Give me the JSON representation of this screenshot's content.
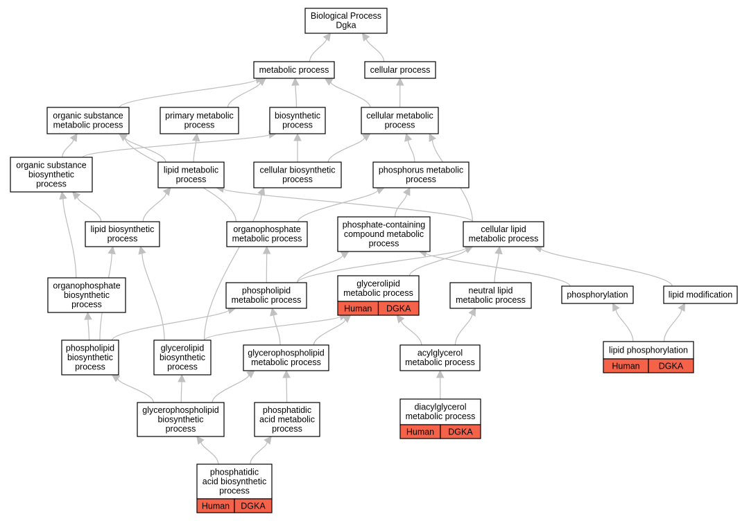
{
  "colors": {
    "edge": "#c0c0c0",
    "annotation": "#f4624a",
    "border": "#000000"
  },
  "diagram": {
    "nodes": [
      {
        "id": "root",
        "lines": [
          "Biological Process",
          "Dgka"
        ]
      },
      {
        "id": "metabolic",
        "lines": [
          "metabolic process"
        ]
      },
      {
        "id": "cellular",
        "lines": [
          "cellular process"
        ]
      },
      {
        "id": "org_sub_met",
        "lines": [
          "organic substance",
          "metabolic process"
        ]
      },
      {
        "id": "primary_met",
        "lines": [
          "primary metabolic",
          "process"
        ]
      },
      {
        "id": "biosynthetic",
        "lines": [
          "biosynthetic",
          "process"
        ]
      },
      {
        "id": "cell_met",
        "lines": [
          "cellular metabolic",
          "process"
        ]
      },
      {
        "id": "org_sub_bio",
        "lines": [
          "organic substance",
          "biosynthetic",
          "process"
        ]
      },
      {
        "id": "lipid_met",
        "lines": [
          "lipid metabolic",
          "process"
        ]
      },
      {
        "id": "cell_bio",
        "lines": [
          "cellular biosynthetic",
          "process"
        ]
      },
      {
        "id": "phosphorus_met",
        "lines": [
          "phosphorus metabolic",
          "process"
        ]
      },
      {
        "id": "lipid_bio",
        "lines": [
          "lipid biosynthetic",
          "process"
        ]
      },
      {
        "id": "organophos_met",
        "lines": [
          "organophosphate",
          "metabolic process"
        ]
      },
      {
        "id": "phosphate_cont",
        "lines": [
          "phosphate-containing",
          "compound metabolic",
          "process"
        ]
      },
      {
        "id": "cell_lipid_met",
        "lines": [
          "cellular lipid",
          "metabolic process"
        ]
      },
      {
        "id": "organophos_bio",
        "lines": [
          "organophosphate",
          "biosynthetic",
          "process"
        ]
      },
      {
        "id": "phospholipid_met",
        "lines": [
          "phospholipid",
          "metabolic process"
        ]
      },
      {
        "id": "glycerolipid_met",
        "lines": [
          "glycerolipid",
          "metabolic process"
        ],
        "annotation": [
          "Human",
          "DGKA"
        ]
      },
      {
        "id": "neutral_lipid",
        "lines": [
          "neutral lipid",
          "metabolic process"
        ]
      },
      {
        "id": "phosphorylation",
        "lines": [
          "phosphorylation"
        ]
      },
      {
        "id": "lipid_mod",
        "lines": [
          "lipid modification"
        ]
      },
      {
        "id": "phospholipid_bio",
        "lines": [
          "phospholipid",
          "biosynthetic",
          "process"
        ]
      },
      {
        "id": "glycerolipid_bio",
        "lines": [
          "glycerolipid",
          "biosynthetic",
          "process"
        ]
      },
      {
        "id": "glycerophos_met",
        "lines": [
          "glycerophospholipid",
          "metabolic process"
        ]
      },
      {
        "id": "acylglycerol",
        "lines": [
          "acylglycerol",
          "metabolic process"
        ]
      },
      {
        "id": "lipid_phos",
        "lines": [
          "lipid phosphorylation"
        ],
        "annotation": [
          "Human",
          "DGKA"
        ]
      },
      {
        "id": "glycerophos_bio",
        "lines": [
          "glycerophospholipid",
          "biosynthetic",
          "process"
        ]
      },
      {
        "id": "pa_met",
        "lines": [
          "phosphatidic",
          "acid metabolic",
          "process"
        ]
      },
      {
        "id": "diacyl",
        "lines": [
          "diacylglycerol",
          "metabolic process"
        ],
        "annotation": [
          "Human",
          "DGKA"
        ]
      },
      {
        "id": "pa_bio",
        "lines": [
          "phosphatidic",
          "acid biosynthetic",
          "process"
        ],
        "annotation": [
          "Human",
          "DGKA"
        ]
      }
    ],
    "edges": [
      [
        "metabolic",
        "root"
      ],
      [
        "cellular",
        "root"
      ],
      [
        "org_sub_met",
        "metabolic"
      ],
      [
        "primary_met",
        "metabolic"
      ],
      [
        "biosynthetic",
        "metabolic"
      ],
      [
        "cell_met",
        "metabolic"
      ],
      [
        "cell_met",
        "cellular"
      ],
      [
        "org_sub_bio",
        "org_sub_met"
      ],
      [
        "org_sub_bio",
        "biosynthetic"
      ],
      [
        "lipid_met",
        "primary_met"
      ],
      [
        "lipid_met",
        "org_sub_met"
      ],
      [
        "cell_bio",
        "biosynthetic"
      ],
      [
        "cell_bio",
        "cell_met"
      ],
      [
        "phosphorus_met",
        "cell_met"
      ],
      [
        "lipid_bio",
        "org_sub_bio"
      ],
      [
        "lipid_bio",
        "lipid_met"
      ],
      [
        "organophos_met",
        "org_sub_met"
      ],
      [
        "organophos_met",
        "phosphorus_met"
      ],
      [
        "phosphate_cont",
        "phosphorus_met"
      ],
      [
        "cell_lipid_met",
        "cell_met"
      ],
      [
        "cell_lipid_met",
        "lipid_met"
      ],
      [
        "organophos_bio",
        "org_sub_bio"
      ],
      [
        "phospholipid_met",
        "organophos_met"
      ],
      [
        "phospholipid_met",
        "phosphate_cont"
      ],
      [
        "phospholipid_met",
        "cell_lipid_met"
      ],
      [
        "glycerolipid_met",
        "cell_lipid_met"
      ],
      [
        "neutral_lipid",
        "cell_lipid_met"
      ],
      [
        "phosphorylation",
        "phosphate_cont"
      ],
      [
        "lipid_mod",
        "cell_lipid_met"
      ],
      [
        "phospholipid_bio",
        "lipid_bio"
      ],
      [
        "phospholipid_bio",
        "organophos_bio"
      ],
      [
        "phospholipid_bio",
        "phospholipid_met"
      ],
      [
        "glycerolipid_bio",
        "lipid_bio"
      ],
      [
        "glycerolipid_bio",
        "cell_bio"
      ],
      [
        "glycerolipid_bio",
        "glycerolipid_met"
      ],
      [
        "glycerophos_met",
        "phospholipid_met"
      ],
      [
        "glycerophos_met",
        "glycerolipid_met"
      ],
      [
        "acylglycerol",
        "glycerolipid_met"
      ],
      [
        "acylglycerol",
        "neutral_lipid"
      ],
      [
        "lipid_phos",
        "phosphorylation"
      ],
      [
        "lipid_phos",
        "lipid_mod"
      ],
      [
        "glycerophos_bio",
        "phospholipid_bio"
      ],
      [
        "glycerophos_bio",
        "glycerolipid_bio"
      ],
      [
        "glycerophos_bio",
        "glycerophos_met"
      ],
      [
        "pa_met",
        "glycerophos_met"
      ],
      [
        "diacyl",
        "acylglycerol"
      ],
      [
        "pa_bio",
        "glycerophos_bio"
      ],
      [
        "pa_bio",
        "pa_met"
      ]
    ]
  }
}
